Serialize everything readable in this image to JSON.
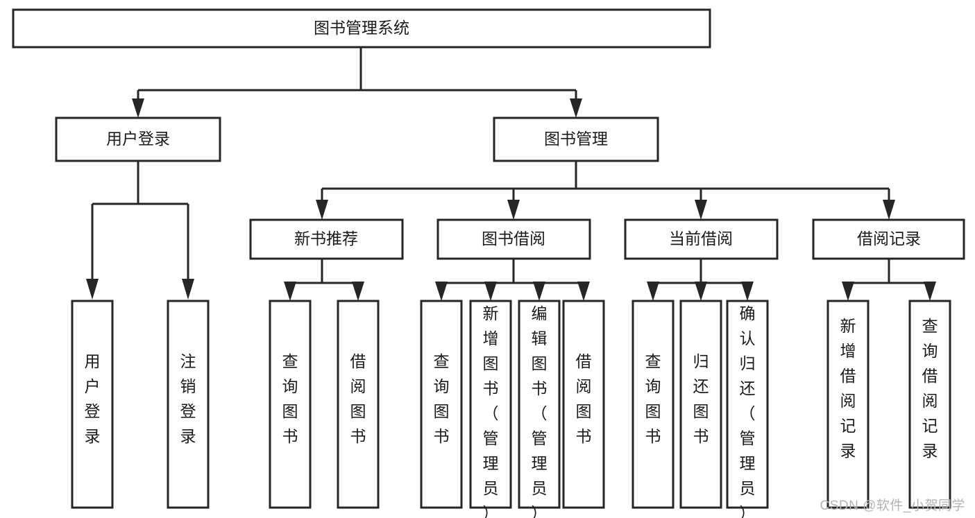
{
  "diagram": {
    "type": "tree",
    "title": "图书管理系统",
    "watermark": "CSDN @软件_小贺同学",
    "colors": {
      "stroke": "#262626",
      "box_fill": "#ffffff",
      "text": "#1a1a1a",
      "background": "#ffffff",
      "watermark": "#b3b3b3"
    },
    "nodes": {
      "root": {
        "label": "图书管理系统",
        "level": 0,
        "orientation": "horizontal"
      },
      "n_user_login": {
        "label": "用户登录",
        "level": 1,
        "orientation": "horizontal"
      },
      "n_book_manage": {
        "label": "图书管理",
        "level": 1,
        "orientation": "horizontal"
      },
      "n_new_book_rec": {
        "label": "新书推荐",
        "level": 2,
        "orientation": "horizontal"
      },
      "n_book_borrow": {
        "label": "图书借阅",
        "level": 2,
        "orientation": "horizontal"
      },
      "n_current_borrow": {
        "label": "当前借阅",
        "level": 2,
        "orientation": "horizontal"
      },
      "n_borrow_record": {
        "label": "借阅记录",
        "level": 2,
        "orientation": "horizontal"
      },
      "leaf_user_login": {
        "label": "用户登录",
        "level": 3,
        "orientation": "vertical"
      },
      "leaf_logout": {
        "label": "注销登录",
        "level": 3,
        "orientation": "vertical"
      },
      "leaf_query_book_1": {
        "label": "查询图书",
        "level": 3,
        "orientation": "vertical"
      },
      "leaf_borrow_book_1": {
        "label": "借阅图书",
        "level": 3,
        "orientation": "vertical"
      },
      "leaf_query_book_2": {
        "label": "查询图书",
        "level": 3,
        "orientation": "vertical"
      },
      "leaf_add_book": {
        "label": "新增图书（管理员）",
        "level": 3,
        "orientation": "vertical"
      },
      "leaf_edit_book": {
        "label": "编辑图书（管理员）",
        "level": 3,
        "orientation": "vertical"
      },
      "leaf_borrow_book_2": {
        "label": "借阅图书",
        "level": 3,
        "orientation": "vertical"
      },
      "leaf_query_book_3": {
        "label": "查询图书",
        "level": 3,
        "orientation": "vertical"
      },
      "leaf_return_book": {
        "label": "归还图书",
        "level": 3,
        "orientation": "vertical"
      },
      "leaf_confirm_return": {
        "label": "确认归还（管理员）",
        "level": 3,
        "orientation": "vertical"
      },
      "leaf_add_record": {
        "label": "新增借阅记录",
        "level": 3,
        "orientation": "vertical"
      },
      "leaf_query_record": {
        "label": "查询借阅记录",
        "level": 3,
        "orientation": "vertical"
      }
    },
    "edges": [
      {
        "from": "root",
        "to": "n_user_login"
      },
      {
        "from": "root",
        "to": "n_book_manage"
      },
      {
        "from": "n_user_login",
        "to": "leaf_user_login"
      },
      {
        "from": "n_user_login",
        "to": "leaf_logout"
      },
      {
        "from": "n_book_manage",
        "to": "n_new_book_rec"
      },
      {
        "from": "n_book_manage",
        "to": "n_book_borrow"
      },
      {
        "from": "n_book_manage",
        "to": "n_current_borrow"
      },
      {
        "from": "n_book_manage",
        "to": "n_borrow_record"
      },
      {
        "from": "n_new_book_rec",
        "to": "leaf_query_book_1"
      },
      {
        "from": "n_new_book_rec",
        "to": "leaf_borrow_book_1"
      },
      {
        "from": "n_book_borrow",
        "to": "leaf_query_book_2"
      },
      {
        "from": "n_book_borrow",
        "to": "leaf_add_book"
      },
      {
        "from": "n_book_borrow",
        "to": "leaf_edit_book"
      },
      {
        "from": "n_book_borrow",
        "to": "leaf_borrow_book_2"
      },
      {
        "from": "n_current_borrow",
        "to": "leaf_query_book_3"
      },
      {
        "from": "n_current_borrow",
        "to": "leaf_return_book"
      },
      {
        "from": "n_current_borrow",
        "to": "leaf_confirm_return"
      },
      {
        "from": "n_borrow_record",
        "to": "leaf_add_record"
      },
      {
        "from": "n_borrow_record",
        "to": "leaf_query_record"
      }
    ]
  }
}
